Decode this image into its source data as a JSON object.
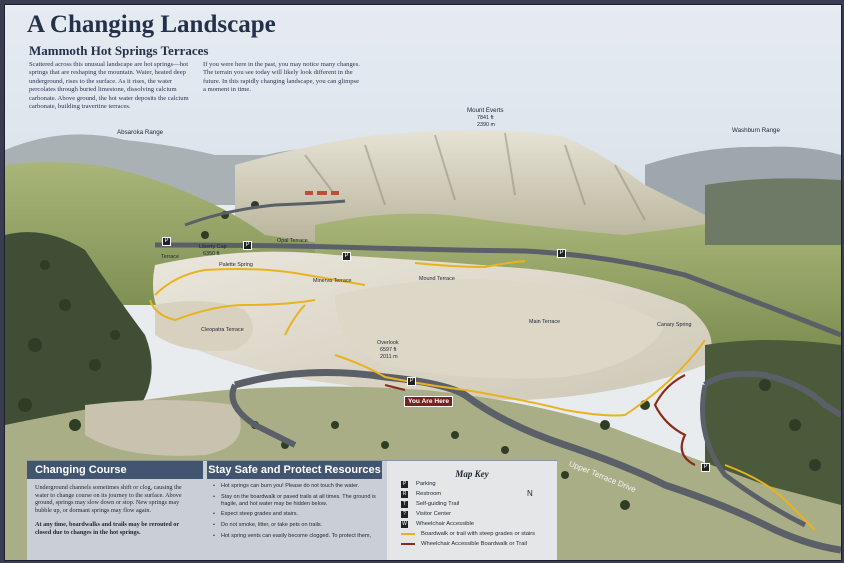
{
  "header": {
    "title": "A Changing Landscape",
    "subtitle": "Mammoth Hot Springs Terraces",
    "intro_left": "Scattered across this unusual landscape are hot springs—hot springs that are reshaping the mountain. Water, heated deep underground, rises to the surface. As it rises, the water percolates through buried limestone, dissolving calcium carbonate. Above ground, the hot water deposits the calcium carbonate, building travertine terraces.",
    "intro_right": "If you were here in the past, you may notice many changes. The terrain you see today will likely look different in the future. In this rapidly changing landscape, you can glimpse a moment in time."
  },
  "map_labels": {
    "mount_everts": "Mount Everts",
    "mount_everts_elev_ft": "7841 ft",
    "mount_everts_elev_m": "2390 m",
    "absaroka": "Absaroka Range",
    "washburn": "Washburn Range",
    "liberty_cap": "Liberty Cap",
    "liberty_cap_elev": "6350 ft",
    "opal": "Opal Terrace",
    "palette": "Palette Spring",
    "minerva": "Minerva Terrace",
    "mound": "Mound Terrace",
    "main": "Main Terrace",
    "canary": "Canary Spring",
    "cleopatra": "Cleopatra Terrace",
    "jupiter": "Terrace",
    "overlook": "Overlook",
    "overlook_ft": "6597 ft",
    "overlook_m": "2011 m",
    "you_are_here": "You Are Here",
    "upper_terrace_drive": "Upper Terrace Drive",
    "parking_symbol": "P"
  },
  "panel": {
    "changing_course": {
      "heading": "Changing Course",
      "body": "Underground channels sometimes shift or clog, causing the water to change course on its journey to the surface. Above ground, springs may slow down or stop. New springs may bubble up, or dormant springs may flow again.",
      "note": "At any time, boardwalks and trails may be rerouted or closed due to changes in the hot springs."
    },
    "stay_safe": {
      "heading": "Stay Safe and Protect Resources",
      "items": [
        "Hot springs can burn you! Please do not touch the water.",
        "Stay on the boardwalk or paved trails at all times. The ground is fragile, and hot water may be hidden below.",
        "Expect steep grades and stairs.",
        "Do not smoke, litter, or take pets on trails.",
        "Hot spring vents can easily become clogged. To protect them,"
      ]
    },
    "map_key": {
      "heading": "Map Key",
      "compass": "N",
      "items": [
        {
          "symbol": "P",
          "label": "Parking"
        },
        {
          "symbol": "R",
          "label": "Restroom"
        },
        {
          "symbol": "T",
          "label": "Self-guiding Trail"
        },
        {
          "symbol": "?",
          "label": "Visitor Center"
        },
        {
          "symbol": "W",
          "label": "Wheelchair Accessible"
        }
      ],
      "lines": [
        {
          "color": "#e8b320",
          "label": "Boardwalk or trail with steep grades or stairs"
        },
        {
          "color": "#8a2a1a",
          "label": "Wheelchair Accessible Boardwalk or Trail"
        }
      ]
    }
  },
  "colors": {
    "heading_bg": "#425570",
    "title_text": "#23314a",
    "boardwalk": "#e8b320",
    "accessible": "#8a2a1a",
    "road": "#5b6068"
  }
}
